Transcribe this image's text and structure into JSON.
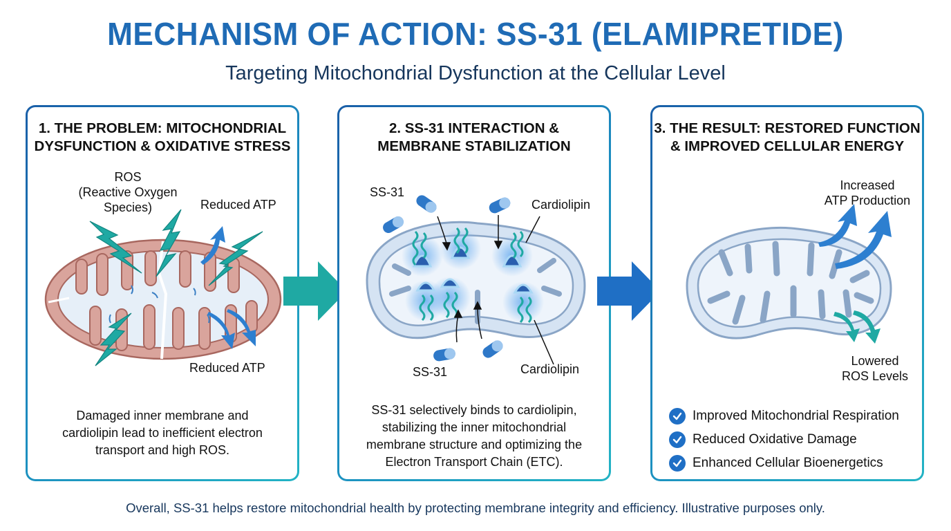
{
  "header": {
    "title": "MECHANISM OF ACTION: SS-31 (ELAMIPRETIDE)",
    "subtitle": "Targeting Mitochondrial Dysfunction at the Cellular Level"
  },
  "panels": [
    {
      "title_line1": "1. THE PROBLEM: MITOCHONDRIAL",
      "title_line2": "DYSFUNCTION & OXIDATIVE STRESS",
      "labels": {
        "ros_line1": "ROS",
        "ros_line2": "(Reactive Oxygen",
        "ros_line3": "Species)",
        "reduced_atp_top": "Reduced ATP",
        "reduced_atp_bottom": "Reduced ATP"
      },
      "description_line1": "Damaged inner membrane and",
      "description_line2": "cardiolipin lead to inefficient electron",
      "description_line3": "transport and high ROS."
    },
    {
      "title_line1": "2. SS-31 INTERACTION &",
      "title_line2": "MEMBRANE STABILIZATION",
      "labels": {
        "ss31_top": "SS-31",
        "cardiolipin_top": "Cardiolipin",
        "ss31_bottom": "SS-31",
        "cardiolipin_bottom": "Cardiolipin"
      },
      "description_line1": "SS-31 selectively binds to cardiolipin,",
      "description_line2": "stabilizing the inner mitochondrial",
      "description_line3": "membrane structure and optimizing the",
      "description_line4": "Electron Transport Chain (ETC)."
    },
    {
      "title_line1": "3. THE RESULT: RESTORED FUNCTION",
      "title_line2": "& IMPROVED CELLULAR ENERGY",
      "labels": {
        "atp_line1": "Increased",
        "atp_line2": "ATP Production",
        "ros_line1": "Lowered",
        "ros_line2": "ROS Levels"
      },
      "benefits": [
        "Improved Mitochondrial Respiration",
        "Reduced Oxidative Damage",
        "Enhanced Cellular Bioenergetics"
      ]
    }
  ],
  "colors": {
    "title": "#1f6bb5",
    "subtitle": "#16365c",
    "teal": "#1fa9a3",
    "blue": "#1f6fc5",
    "damaged_membrane": "#d9a49c",
    "healthy_membrane": "#dbe7f5"
  },
  "footer": {
    "text": "Overall, SS-31 helps restore mitochondrial health by protecting membrane integrity and efficiency. Illustrative purposes only."
  }
}
